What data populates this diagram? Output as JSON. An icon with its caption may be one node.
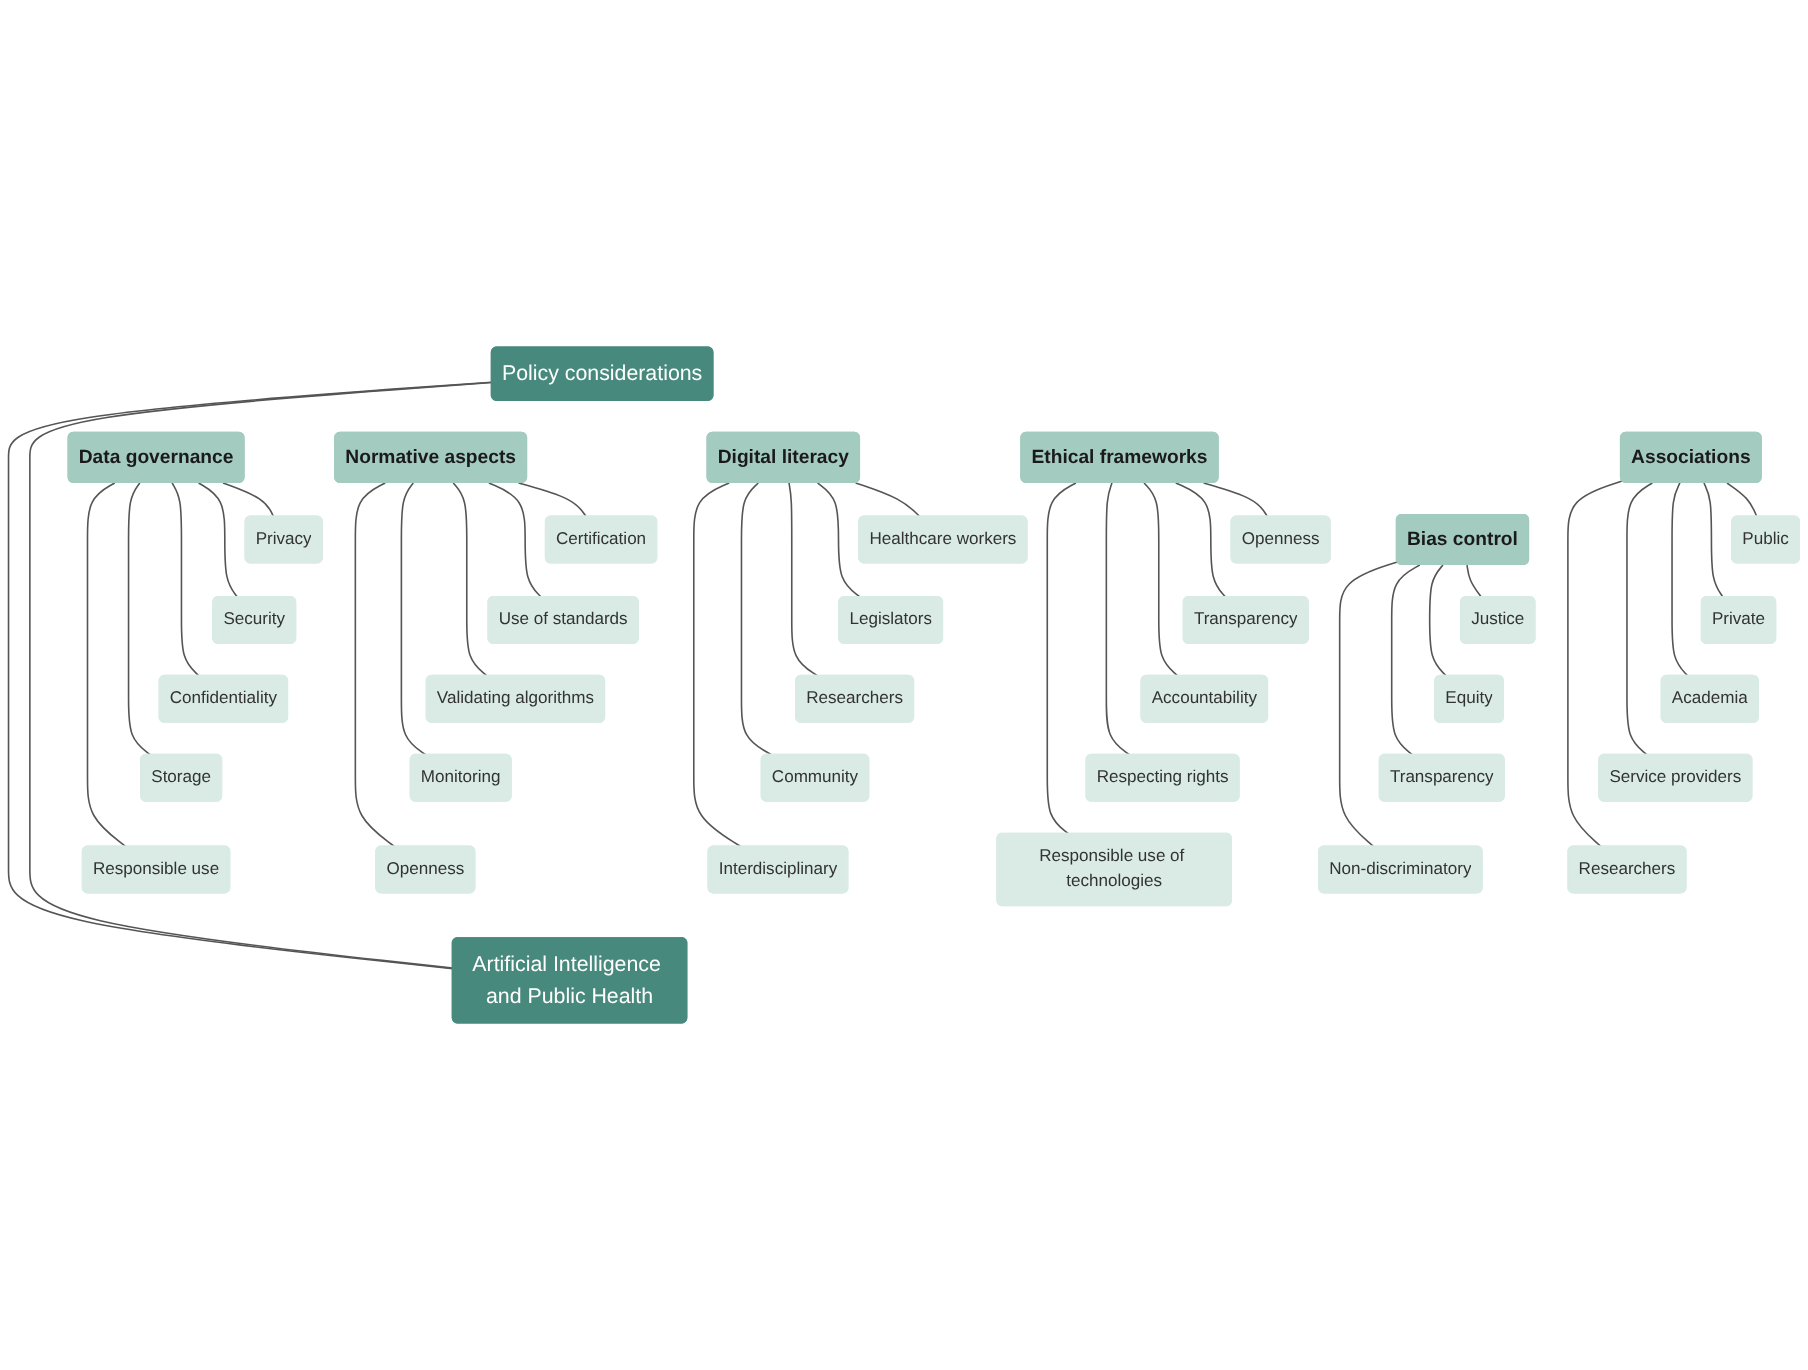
{
  "diagram": {
    "nodes": [
      {
        "text": [
          "Policy considerations"
        ]
      },
      {
        "text": [
          "Data governance"
        ]
      },
      {
        "text": [
          "Privacy"
        ]
      },
      {
        "text": [
          "Security"
        ]
      },
      {
        "text": [
          "Confidentiality"
        ]
      },
      {
        "text": [
          "Storage"
        ]
      },
      {
        "text": [
          "Responsible use"
        ]
      },
      {
        "text": [
          "Normative aspects"
        ]
      },
      {
        "text": [
          "Certification"
        ]
      },
      {
        "text": [
          "Use of standards"
        ]
      },
      {
        "text": [
          "Validating algorithms"
        ]
      },
      {
        "text": [
          "Monitoring"
        ]
      },
      {
        "text": [
          "Openness"
        ]
      },
      {
        "text": [
          "Digital literacy"
        ]
      },
      {
        "text": [
          "Healthcare workers"
        ]
      },
      {
        "text": [
          "Legislators"
        ]
      },
      {
        "text": [
          "Researchers"
        ]
      },
      {
        "text": [
          "Community"
        ]
      },
      {
        "text": [
          "Interdisciplinary"
        ]
      },
      {
        "text": [
          "Ethical frameworks"
        ]
      },
      {
        "text": [
          "Openness"
        ]
      },
      {
        "text": [
          "Transparency"
        ]
      },
      {
        "text": [
          "Accountability"
        ]
      },
      {
        "text": [
          "Respecting rights"
        ]
      },
      {
        "text": [
          "Responsible use of technologies"
        ]
      },
      {
        "text": [
          "Bias control"
        ]
      },
      {
        "text": [
          "Justice"
        ]
      },
      {
        "text": [
          "Equity"
        ]
      },
      {
        "text": [
          "Transparency"
        ]
      },
      {
        "text": [
          "Non-discriminatory"
        ]
      },
      {
        "text": [
          "Associations"
        ]
      },
      {
        "text": [
          "Public"
        ]
      },
      {
        "text": [
          "Private"
        ]
      },
      {
        "text": [
          "Academia"
        ]
      },
      {
        "text": [
          "Service providers"
        ]
      },
      {
        "text": [
          "Researchers"
        ]
      },
      {
        "text": [
          "Artificial Intelligence and Public Health"
        ]
      }
    ],
    "edges": [
      {
        "from": 0,
        "to": 36,
        "arrow": "none"
      },
      {
        "from": 0,
        "to": 36,
        "arrow": "none"
      },
      {
        "from": 1,
        "to": 2,
        "arrow": "none"
      },
      {
        "from": 1,
        "to": 3,
        "arrow": "none"
      },
      {
        "from": 1,
        "to": 4,
        "arrow": "none"
      },
      {
        "from": 1,
        "to": 5,
        "arrow": "none"
      },
      {
        "from": 1,
        "to": 6,
        "arrow": "none"
      },
      {
        "from": 7,
        "to": 8,
        "arrow": "none"
      },
      {
        "from": 7,
        "to": 9,
        "arrow": "none"
      },
      {
        "from": 7,
        "to": 10,
        "arrow": "none"
      },
      {
        "from": 7,
        "to": 11,
        "arrow": "none"
      },
      {
        "from": 7,
        "to": 12,
        "arrow": "none"
      },
      {
        "from": 13,
        "to": 14,
        "arrow": "none"
      },
      {
        "from": 13,
        "to": 15,
        "arrow": "none"
      },
      {
        "from": 13,
        "to": 16,
        "arrow": "none"
      },
      {
        "from": 13,
        "to": 17,
        "arrow": "none"
      },
      {
        "from": 13,
        "to": 18,
        "arrow": "none"
      },
      {
        "from": 19,
        "to": 20,
        "arrow": "none"
      },
      {
        "from": 19,
        "to": 21,
        "arrow": "none"
      },
      {
        "from": 19,
        "to": 22,
        "arrow": "none"
      },
      {
        "from": 19,
        "to": 23,
        "arrow": "none"
      },
      {
        "from": 19,
        "to": 24,
        "arrow": "none"
      },
      {
        "from": 25,
        "to": 26,
        "arrow": "none"
      },
      {
        "from": 25,
        "to": 27,
        "arrow": "none"
      },
      {
        "from": 25,
        "to": 28,
        "arrow": "none"
      },
      {
        "from": 25,
        "to": 29,
        "arrow": "none"
      },
      {
        "from": 30,
        "to": 31,
        "arrow": "none"
      },
      {
        "from": 30,
        "to": 32,
        "arrow": "none"
      },
      {
        "from": 30,
        "to": 33,
        "arrow": "none"
      },
      {
        "from": 30,
        "to": 34,
        "arrow": "none"
      },
      {
        "from": 30,
        "to": 35,
        "arrow": "none"
      }
    ]
  }
}
